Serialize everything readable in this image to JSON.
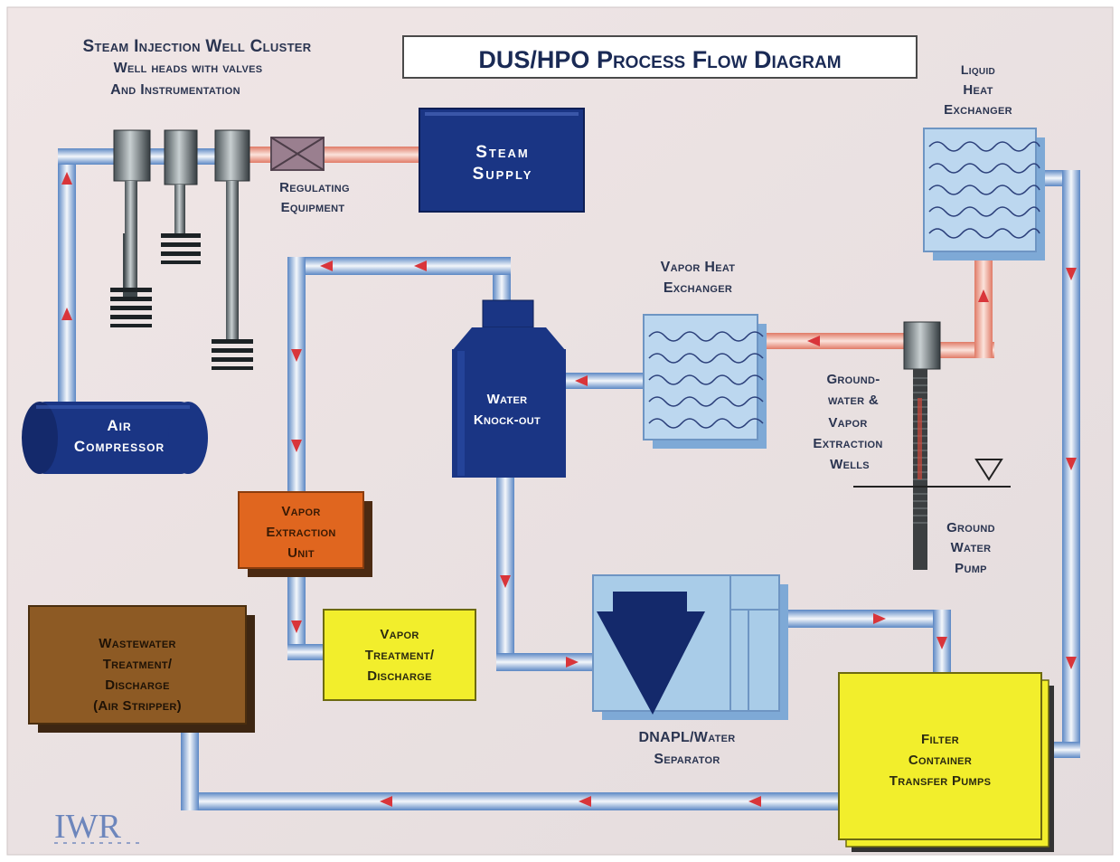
{
  "diagram": {
    "title": "DUS/HPO Process Flow Diagram",
    "logo": "IWR",
    "colors": {
      "background": "#ece3e3",
      "pipe_blue": "#4f7fbf",
      "pipe_red": "#e8806f",
      "navy": "#1a3584",
      "light_blue": "#a9cce8",
      "orange": "#e0661f",
      "yellow": "#f2ee2c",
      "brown": "#8d5a24",
      "arrow_red": "#d9353a"
    },
    "labels": {
      "well_cluster_line1": "Steam Injection Well Cluster",
      "well_cluster_line2": "Well heads with valves",
      "well_cluster_line3": "And Instrumentation",
      "regulating_line1": "Regulating",
      "regulating_line2": "Equipment",
      "steam_supply_line1": "Steam",
      "steam_supply_line2": "Supply",
      "liquid_hx_line1": "Liquid",
      "liquid_hx_line2": "Heat",
      "liquid_hx_line3": "Exchanger",
      "vapor_hx_line1": "Vapor Heat",
      "vapor_hx_line2": "Exchanger",
      "air_compressor_line1": "Air",
      "air_compressor_line2": "Compressor",
      "knockout_line1": "Water",
      "knockout_line2": "Knock-out",
      "gw_wells_line1": "Ground-",
      "gw_wells_line2": "water &",
      "gw_wells_line3": "Vapor",
      "gw_wells_line4": "Extraction",
      "gw_wells_line5": "Wells",
      "gw_pump_line1": "Ground",
      "gw_pump_line2": "Water",
      "gw_pump_line3": "Pump",
      "veu_line1": "Vapor",
      "veu_line2": "Extraction",
      "veu_line3": "Unit",
      "vapor_treat_line1": "Vapor",
      "vapor_treat_line2": "Treatment/",
      "vapor_treat_line3": "Discharge",
      "wastewater_line1": "Wastewater",
      "wastewater_line2": "Treatment/",
      "wastewater_line3": "Discharge",
      "wastewater_line4": "(Air Stripper)",
      "separator_line1": "DNAPL/Water",
      "separator_line2": "Separator",
      "filter_line1": "Filter",
      "filter_line2": "Container",
      "filter_line3": "Transfer Pumps"
    }
  }
}
